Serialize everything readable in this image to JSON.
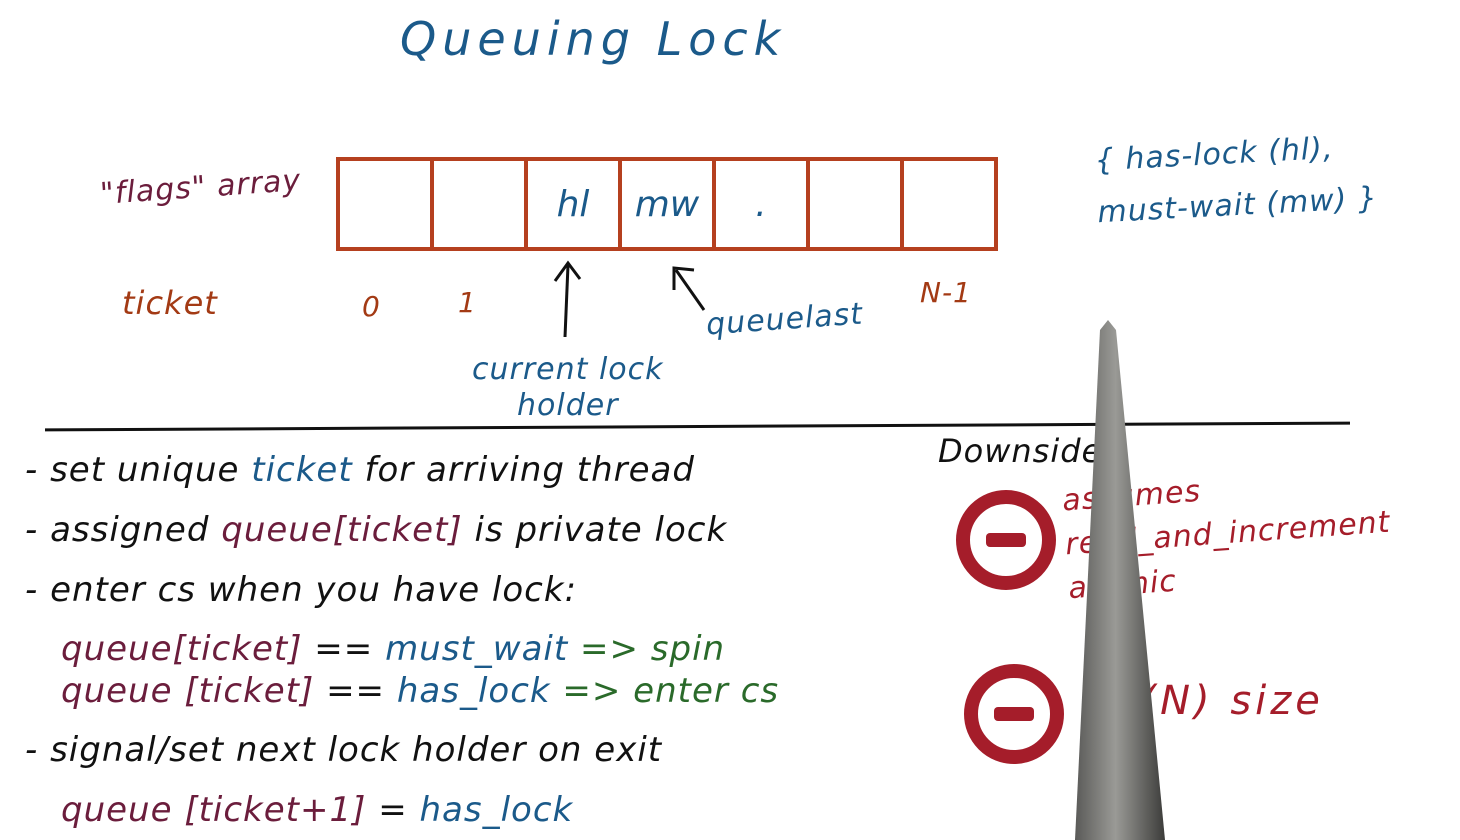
{
  "title": "Queuing Lock",
  "diagram": {
    "array_label": "\"flags\" array",
    "ticket_label": "ticket",
    "cells": [
      "",
      "",
      "hl",
      "mw",
      ".",
      "",
      ""
    ],
    "indices": {
      "first": "0",
      "second": "1",
      "last": "N-1"
    },
    "legend_line1": "{ has-lock (hl),",
    "legend_line2": "must-wait (mw) }",
    "pointer_holder_line1": "current lock",
    "pointer_holder_line2": "holder",
    "pointer_queuelast": "queuelast"
  },
  "bullets": {
    "b1_pre": "- set unique ",
    "b1_ticket": "ticket",
    "b1_post": " for arriving thread",
    "b2_pre": "- assigned ",
    "b2_queue": "queue[ticket]",
    "b2_post": " is private lock",
    "b3": "- enter cs when you have lock:",
    "c1_queue": "queue[ticket]",
    "c1_eq": " == ",
    "c1_val": "must_wait",
    "c1_act": " => spin",
    "c2_queue": "queue [ticket]",
    "c2_eq": " == ",
    "c2_val": "has_lock",
    "c2_act": " => enter cs",
    "b4": "- signal/set next lock holder on exit",
    "c3_queue": "queue [ticket+1]",
    "c3_eq": " = ",
    "c3_val": "has_lock"
  },
  "downside": {
    "title": "Downside:",
    "item1_line1": "assumes",
    "item1_line2": "read_and_increment",
    "item1_line3": "atomic",
    "item2": "O(N) size"
  },
  "colors": {
    "blue": "#1b5a8a",
    "purple": "#6b1d3c",
    "rust": "#b5401f",
    "green": "#2a6a2a",
    "red": "#a51d2a"
  }
}
